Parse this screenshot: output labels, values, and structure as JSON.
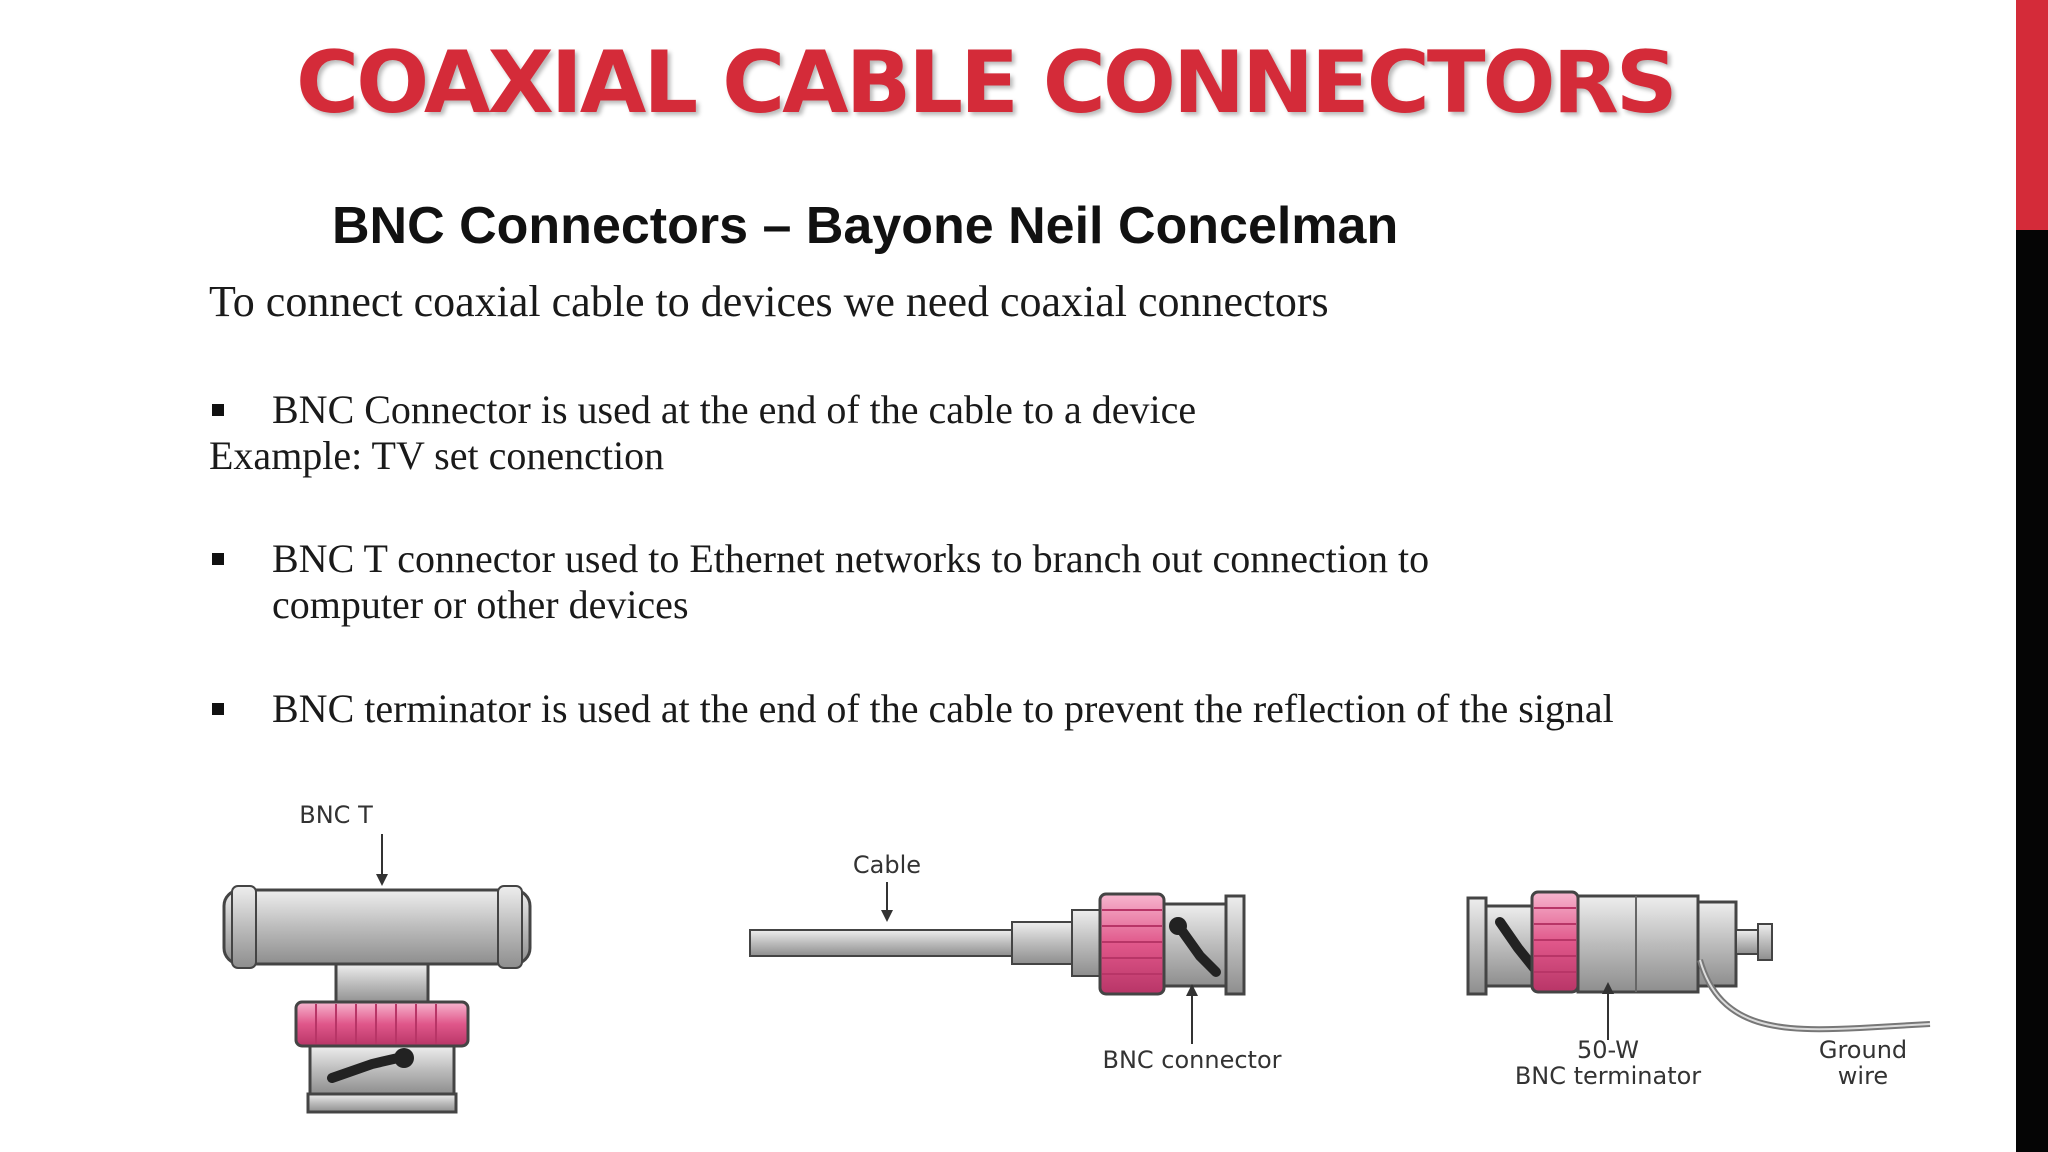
{
  "slide": {
    "title": "COAXIAL CABLE CONNECTORS",
    "subtitle": "BNC Connectors – Bayone Neil Concelman",
    "intro": "To connect coaxial cable to devices we need coaxial connectors",
    "bullets": [
      {
        "text": "BNC Connector is used at the end of the cable to a device",
        "note": "Example: TV set conenction"
      },
      {
        "text_line1": "BNC T connector used to Ethernet networks to branch out  connection to",
        "text_line2": "computer or other devices"
      },
      {
        "text": "BNC terminator is used at the end of the cable to prevent the  reflection of the signal"
      }
    ]
  },
  "figure": {
    "bnc_t_label": "BNC T",
    "cable_label": "Cable",
    "bnc_connector_label": "BNC connector",
    "terminator_label_line1": "50-W",
    "terminator_label_line2": "BNC terminator",
    "ground_label_line1": "Ground",
    "ground_label_line2": "wire"
  },
  "colors": {
    "title": "#d42b39",
    "accent_bar_top": "#d42b39",
    "accent_bar_bottom": "#050505",
    "connector_pink": "#e0578a",
    "metal_gray": "#b8b8b8"
  }
}
